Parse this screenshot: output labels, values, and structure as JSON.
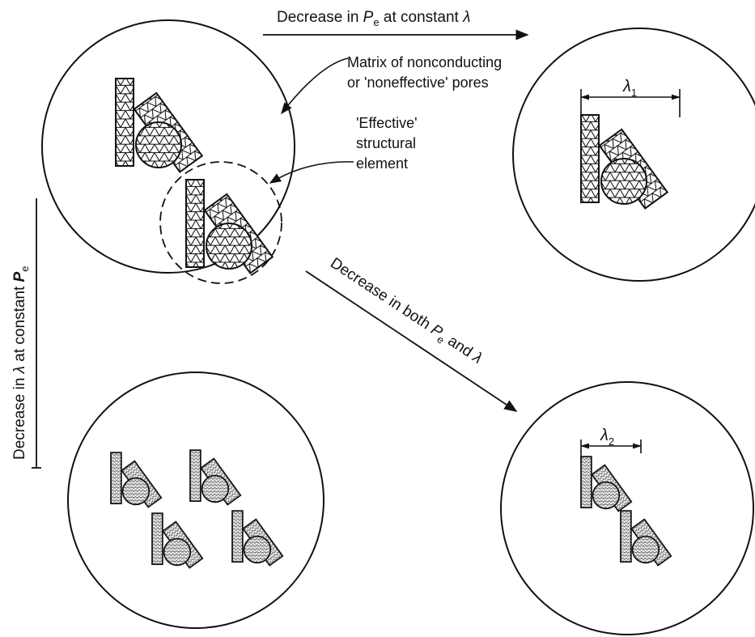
{
  "arrows": {
    "top": {
      "prefix": "Decrease in ",
      "sym": "P",
      "sub": "e",
      "suffix": " at constant ",
      "lambda": "λ"
    },
    "diagonal": {
      "prefix": "Decrease in both ",
      "sym": "P",
      "sub": "e",
      "mid": " and ",
      "lambda": "λ"
    },
    "left": {
      "prefix": "Decrease in ",
      "lambda": "λ",
      "mid": " at constant ",
      "sym": "P",
      "sub": "e"
    }
  },
  "annotations": {
    "matrix": {
      "line1": "Matrix of nonconducting",
      "line2": "or 'noneffective' pores"
    },
    "element": {
      "line1": "'Effective'",
      "line2": "structural",
      "line3": "element"
    }
  },
  "dimensions": {
    "lambda1": {
      "sym": "λ",
      "sub": "1"
    },
    "lambda2": {
      "sym": "λ",
      "sub": "2"
    }
  }
}
